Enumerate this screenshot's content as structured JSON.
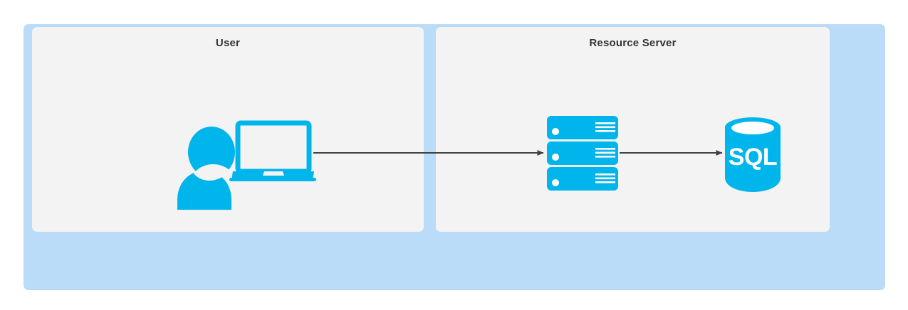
{
  "diagram": {
    "title": "",
    "colors": {
      "outer_container": "#bbdcf8",
      "panel_background": "#f3f3f3",
      "icon_blue": "#00b5ec",
      "arrow": "#404040",
      "title_text": "#333333"
    },
    "panels": [
      {
        "id": "user-panel",
        "title": "User",
        "icons": [
          {
            "name": "user-with-laptop-icon",
            "label": ""
          }
        ]
      },
      {
        "id": "resource-server-panel",
        "title": "Resource Server",
        "icons": [
          {
            "name": "server-stack-icon",
            "label": ""
          },
          {
            "name": "sql-database-icon",
            "label": "SQL"
          }
        ]
      }
    ],
    "connectors": [
      {
        "name": "user-to-server-arrow",
        "from": "user-with-laptop-icon",
        "to": "server-stack-icon",
        "label": "",
        "style": "solid-arrow"
      },
      {
        "name": "server-to-database-arrow",
        "from": "server-stack-icon",
        "to": "sql-database-icon",
        "label": "",
        "style": "solid-arrow"
      }
    ],
    "database": {
      "label": "SQL"
    }
  }
}
